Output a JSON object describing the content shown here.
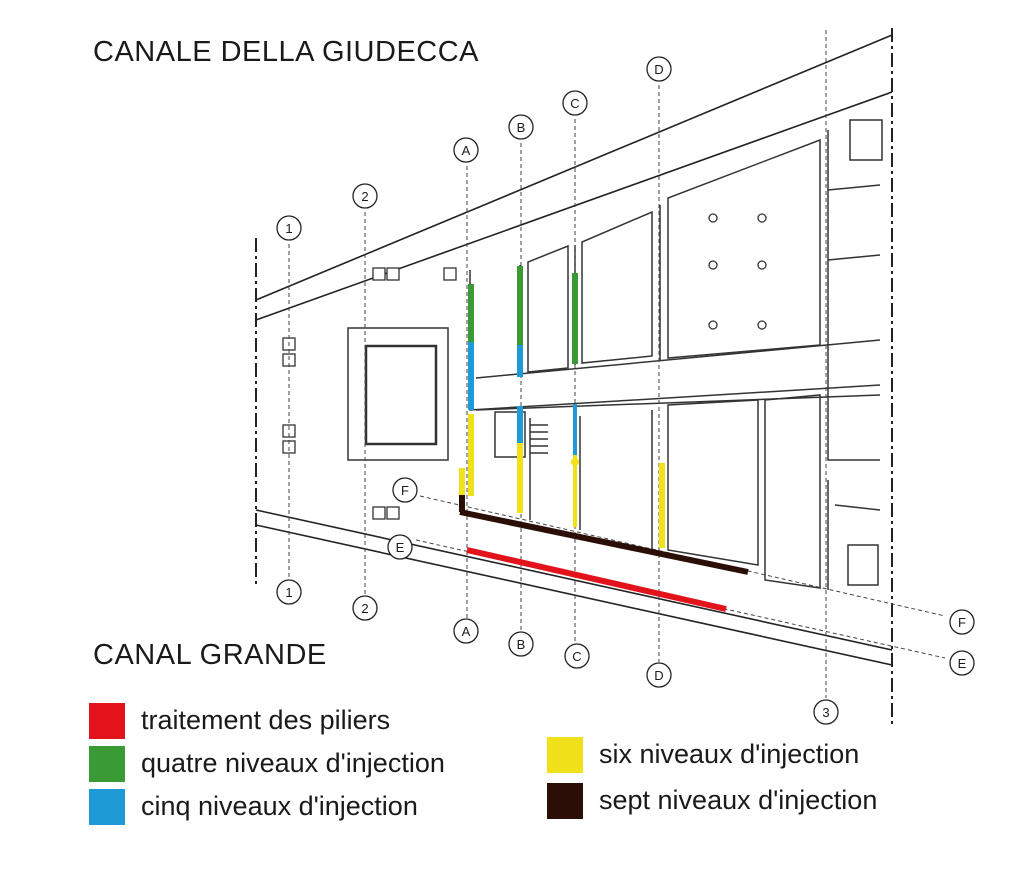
{
  "titles": {
    "top": "CANALE DELLA GIUDECCA",
    "bottom": "CANAL GRANDE"
  },
  "axes": {
    "columns": [
      "1",
      "2",
      "A",
      "B",
      "C",
      "D",
      "3"
    ],
    "rows": [
      "E",
      "F"
    ]
  },
  "legend": [
    {
      "label": "traitement des piliers",
      "color": "#e3131b"
    },
    {
      "label": "quatre niveaux d'injection",
      "color": "#3a9a35"
    },
    {
      "label": "cinq niveaux d'injection",
      "color": "#1e9bd7"
    },
    {
      "label": "six niveaux d'injection",
      "color": "#f0e11a"
    },
    {
      "label": "sept niveaux d'injection",
      "color": "#2b0f06"
    }
  ],
  "colors": {
    "wall": "#222222",
    "axis": "#555555"
  }
}
